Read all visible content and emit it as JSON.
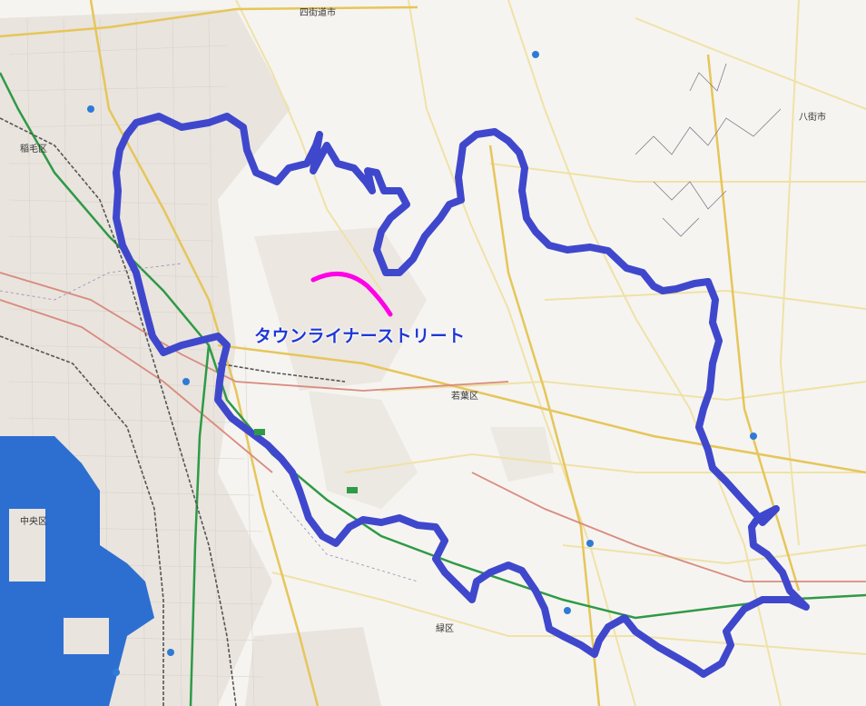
{
  "map": {
    "highlight_label": "タウンライナーストリート",
    "colors": {
      "boundary": "#3f48cc",
      "highlight": "#ff00e6",
      "expressway": "#2e9a46",
      "major_road": "#e8c85a",
      "railway": "#444444",
      "sea": "#2d6fd1",
      "urban": "#e6e1dc"
    },
    "place_labels": {
      "inage": "稲毛区",
      "chuo": "中央区",
      "wakaba": "若葉区",
      "midori": "緑区",
      "yachimata": "八街市",
      "yotsukaido": "四街道市"
    }
  }
}
